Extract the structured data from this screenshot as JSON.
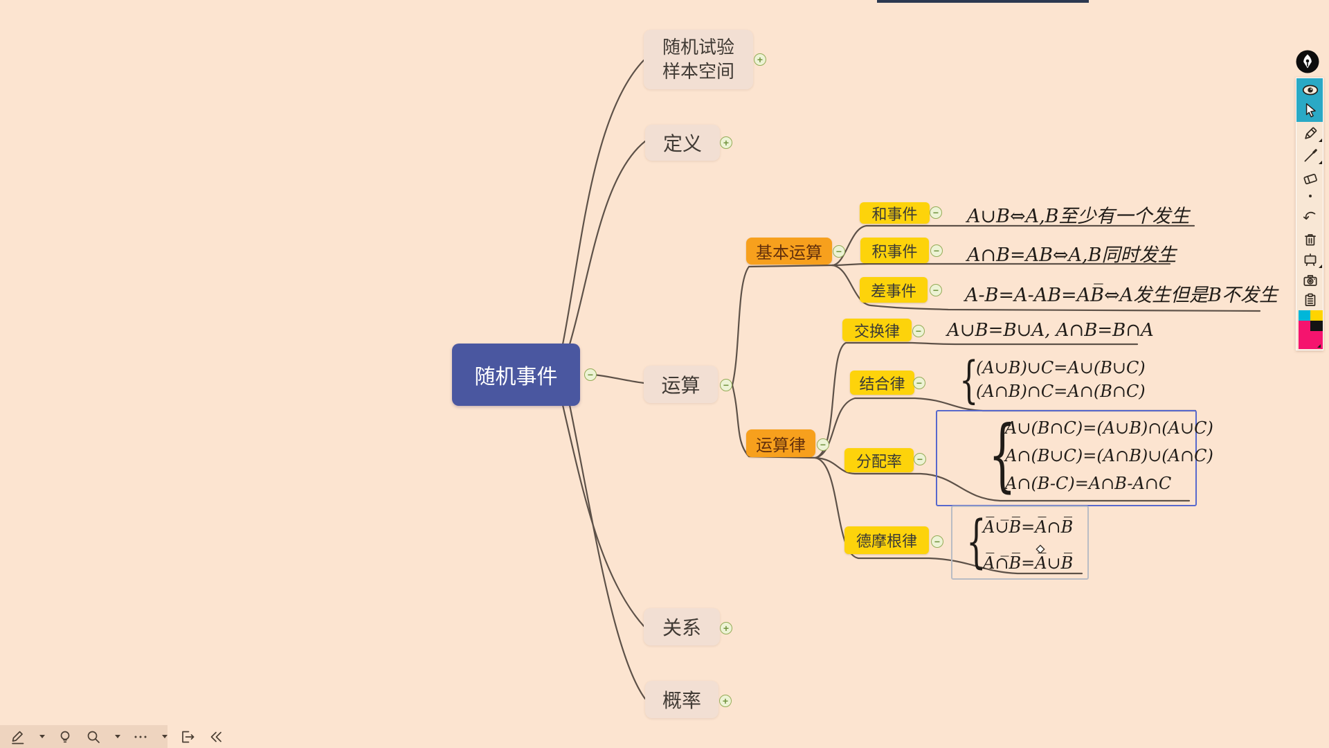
{
  "colors": {
    "canvas": "#fce4d0",
    "node-light": "#f2dfd3",
    "node-blue": "#4a57a0",
    "orange": "#f7a01d",
    "yellow": "#fdd30b",
    "line": "#5d5148",
    "badge-bg": "#edf3d5",
    "badge-border": "#94ab56",
    "badge-fg": "#729440",
    "select-blue": "#5768cc",
    "hover-gray": "#b9bcc4",
    "toolbar-cyan": "#2aa9c5",
    "palette-cyan": "#00b7d9",
    "palette-yellow": "#ffd400",
    "palette-black": "#141414",
    "palette-magenta": "#f5146e"
  },
  "map": {
    "center": {
      "label": "随机事件",
      "badge": "−"
    },
    "branches": {
      "experiment": {
        "label_line1": "随机试验",
        "label_line2": "样本空间",
        "badge": "+"
      },
      "definition": {
        "label": "定义",
        "badge": "+"
      },
      "operation": {
        "label": "运算",
        "badge": "−"
      },
      "relation": {
        "label": "关系",
        "badge": "+"
      },
      "probability": {
        "label": "概率",
        "badge": "+"
      },
      "basic_ops": {
        "label": "基本运算",
        "badge": "−"
      },
      "sum_event": {
        "label": "和事件",
        "badge": "−",
        "formula": "A∪B⇔A,B至少有一个发生"
      },
      "product_event": {
        "label": "积事件",
        "badge": "−",
        "formula": "A∩B=AB⇔A,B同时发生"
      },
      "diff_event": {
        "label": "差事件",
        "badge": "−",
        "formula": "A-B=A-AB=AB̅⇔A发生但是B不发生"
      },
      "op_laws": {
        "label": "运算律",
        "badge": "−"
      },
      "commutative": {
        "label": "交换律",
        "badge": "−",
        "formula": "A∪B=B∪A, A∩B=B∩A"
      },
      "associative": {
        "label": "结合律",
        "badge": "−",
        "brace": "{",
        "formulas": [
          "(A∪B)∪C=A∪(B∪C)",
          "(A∩B)∩C=A∩(B∩C)"
        ]
      },
      "distributive": {
        "label": "分配率",
        "badge": "−",
        "brace": "{",
        "formulas": [
          "A∪(B∩C)=(A∪B)∩(A∪C)",
          "A∩(B∪C)=(A∩B)∪(A∩C)",
          "A∩(B-C)=A∩B-A∩C"
        ]
      },
      "demorgan": {
        "label": "德摩根律",
        "badge": "−",
        "brace": "{",
        "formulas": [
          "A̅∪̅B̅=A̅∩B̅",
          "A̅∩̅B̅=A̅∪B̅"
        ]
      }
    }
  },
  "right_toolbar": {
    "icons": [
      "eye",
      "select-cursor",
      "pencil",
      "line-tool",
      "eraser",
      "dot",
      "undo",
      "trash",
      "whiteboard",
      "camera",
      "clipboard",
      "color-palette"
    ]
  },
  "bottom_toolbar": {
    "icons": [
      "edit-pencil",
      "idea-bulb",
      "magnifier",
      "more-dots",
      "exit",
      "collapse-chevrons"
    ]
  }
}
